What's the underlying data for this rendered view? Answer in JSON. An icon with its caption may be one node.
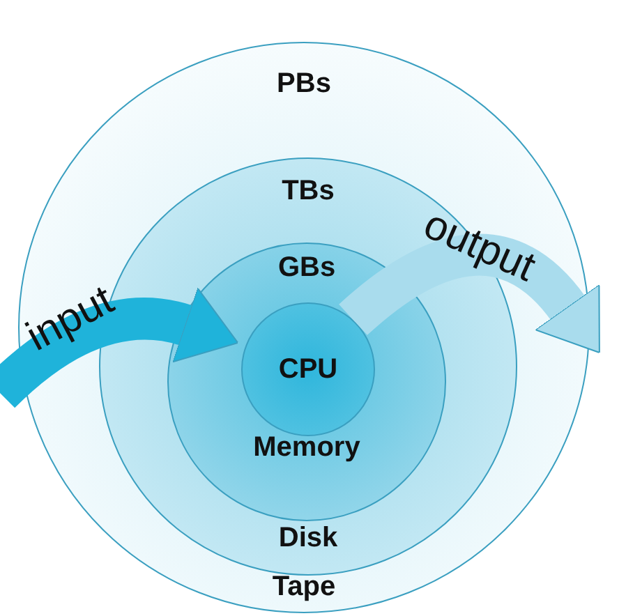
{
  "diagram": {
    "nodes": [
      {
        "text": [
          "PBs",
          "Tape"
        ]
      },
      {
        "text": [
          "TBs",
          "Disk"
        ],
        "in": 0
      },
      {
        "text": [
          "GBs",
          "Memory"
        ],
        "in": 1
      },
      {
        "text": [
          "CPU"
        ],
        "in": 2
      }
    ],
    "edges": [
      {
        "from": null,
        "to": 3,
        "arrow": "to",
        "label": "input",
        "color": "#1fb3da"
      },
      {
        "from": 3,
        "to": null,
        "arrow": "to",
        "label": "output",
        "color": "#a9dced"
      }
    ]
  }
}
